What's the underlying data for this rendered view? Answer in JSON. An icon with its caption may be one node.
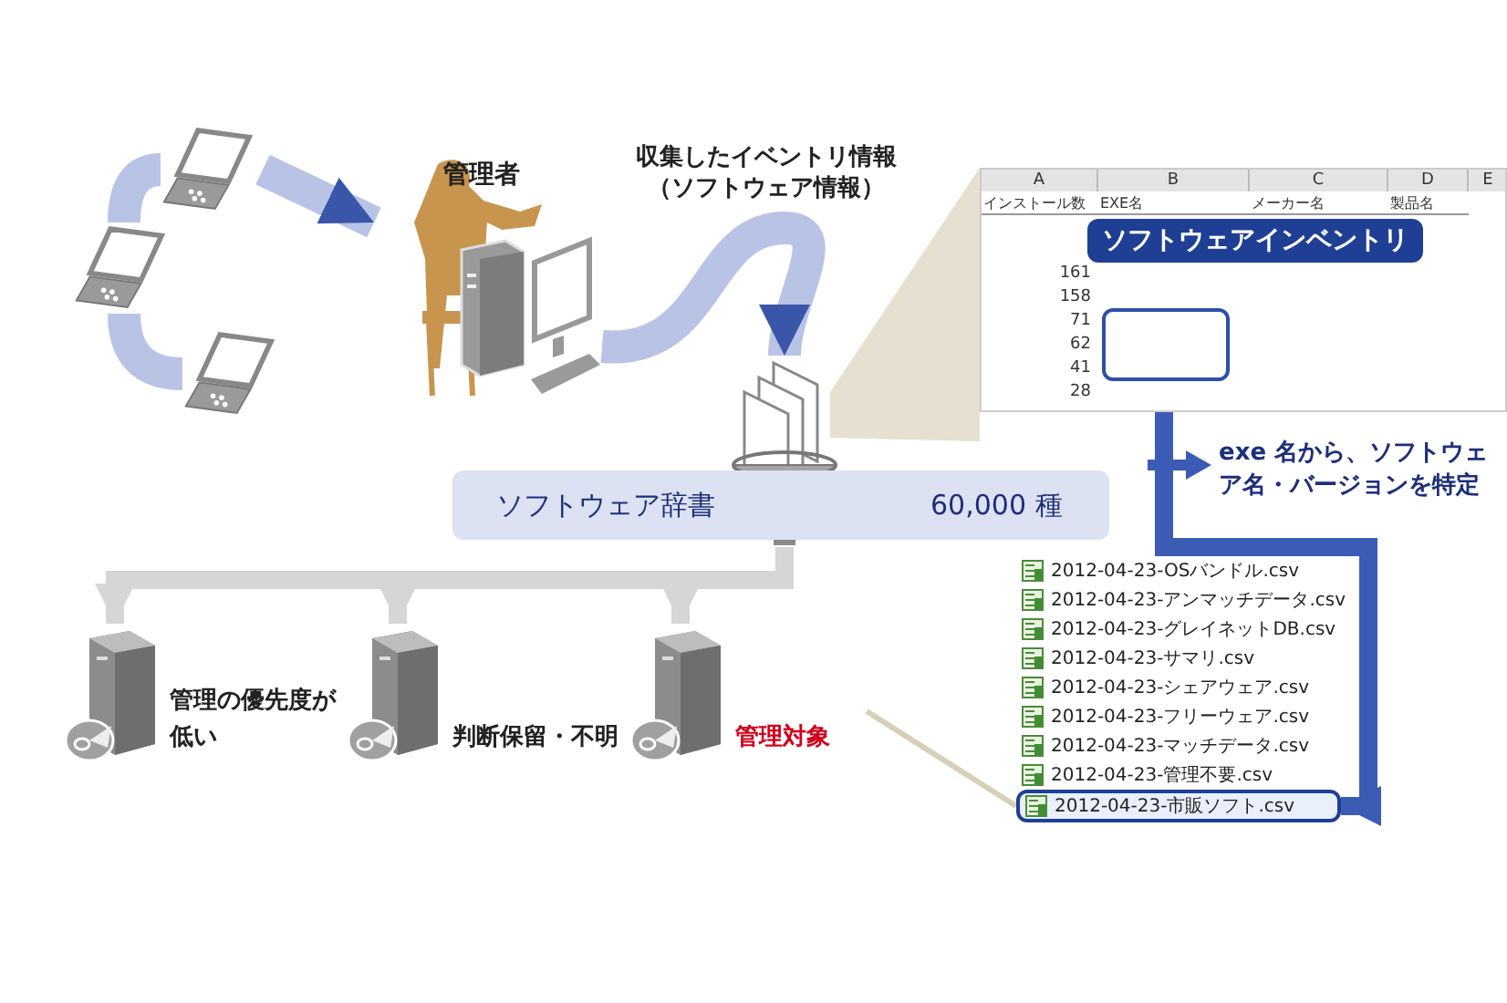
{
  "diagram": {
    "nodes": [
      {
        "text": [],
        "shape": "picture"
      },
      {
        "text": [],
        "shape": "picture"
      },
      {
        "text": [],
        "shape": "picture"
      },
      {
        "text": [
          "管理者"
        ]
      },
      {
        "text": [],
        "shape": "picture"
      },
      {
        "text": [
          "ソフトウェア辞書",
          "60,000 種"
        ]
      },
      {
        "text": [
          "ソフトウェアインベントリ"
        ]
      },
      {
        "text": [],
        "shape": "box",
        "in": 6
      },
      {
        "text": [
          "2012-04-23-市販ソフト.csv"
        ]
      },
      {
        "text": [
          "管理の優先度が低い"
        ]
      },
      {
        "text": [
          "判断保留・不明"
        ]
      },
      {
        "text": [
          "管理対象"
        ]
      },
      {
        "text": [],
        "shape": "wedge"
      }
    ],
    "edges": [
      {
        "from": 2,
        "to": 1,
        "arrow": "none",
        "style": "thick",
        "color": "#b9c3e6"
      },
      {
        "from": 1,
        "to": 0,
        "arrow": "none",
        "style": "thick",
        "color": "#b9c3e6"
      },
      {
        "from": 0,
        "to": 3,
        "arrow": "to",
        "style": "thick",
        "color": "#b9c3e6"
      },
      {
        "from": 3,
        "to": 4,
        "arrow": "to",
        "style": "thick",
        "color": "#b9c3e6",
        "label": "収集したイベントリ情報（ソフトウェア情報）"
      },
      {
        "from": 4,
        "to": 9,
        "arrow": "to"
      },
      {
        "from": 4,
        "to": 10,
        "arrow": "to"
      },
      {
        "from": 4,
        "to": 11,
        "arrow": "to"
      },
      {
        "from": 7,
        "to": 8,
        "arrow": "to",
        "color": "#3b5bb5"
      },
      {
        "from": 11,
        "to": 8,
        "arrow": "none",
        "color": "#d8cfb8"
      }
    ],
    "labels": [
      "A",
      "B",
      "C",
      "D",
      "E",
      "インストール数",
      "EXE名",
      "メーカー名",
      "製品名",
      "161",
      "158",
      "71",
      "62",
      "41",
      "28",
      "exe 名から、ソフトウェア名・バージョンを特定",
      "2012-04-23-OSバンドル.csv",
      "2012-04-23-アンマッチデータ.csv",
      "2012-04-23-グレイネットDB.csv",
      "2012-04-23-サマリ.csv",
      "2012-04-23-シェアウェア.csv",
      "2012-04-23-フリーウェア.csv",
      "2012-04-23-マッチデータ.csv",
      "2012-04-23-管理不要.csv"
    ]
  }
}
